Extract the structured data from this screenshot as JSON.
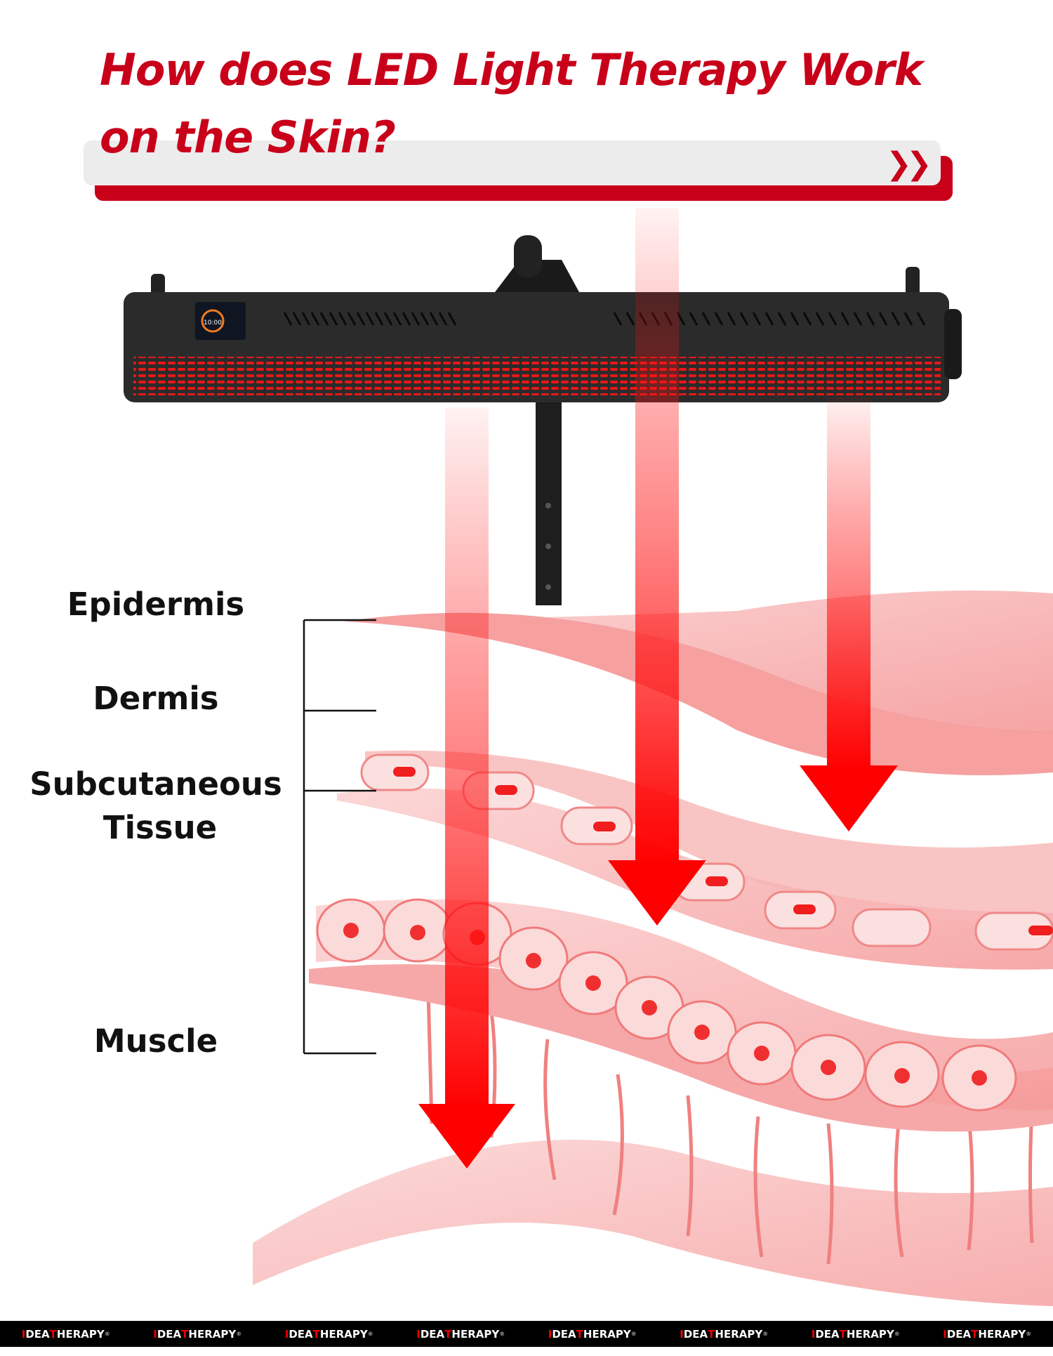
{
  "header": {
    "title_line1": "How does LED Light Therapy Work",
    "title_line2": "on the Skin?",
    "chevron_icon": "double-chevron-right-icon"
  },
  "device": {
    "screen_time": "10:00"
  },
  "layers": {
    "epidermis": "Epidermis",
    "dermis": "Dermis",
    "subcutaneous_1": "Subcutaneous",
    "subcutaneous_2": "Tissue",
    "muscle": "Muscle"
  },
  "footer": {
    "brand_i": "I",
    "brand_dea": "DEA",
    "brand_t": "T",
    "brand_herapy": "HERAPY",
    "registered": "®"
  },
  "colors": {
    "brand_red": "#c8001a",
    "arrow_red": "#ff0000",
    "skin_pink": "#f7a3a3"
  }
}
